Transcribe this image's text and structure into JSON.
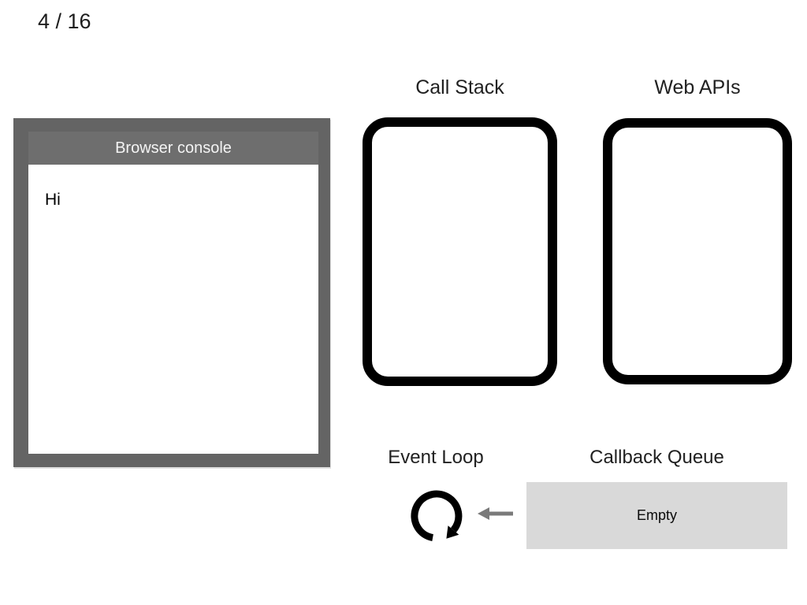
{
  "page": {
    "counter": "4 / 16"
  },
  "console": {
    "title": "Browser console",
    "log_lines": [
      "Hi"
    ]
  },
  "call_stack": {
    "label": "Call Stack"
  },
  "web_apis": {
    "label": "Web APIs"
  },
  "event_loop": {
    "label": "Event Loop",
    "icon": "clockwise-loop-arrow"
  },
  "callback_queue": {
    "label": "Callback Queue",
    "status": "Empty"
  },
  "colors": {
    "console_frame": "#646464",
    "console_titlebar": "#6e6e6e",
    "console_title_text": "#f4f4f4",
    "box_border": "#000000",
    "queue_box_bg": "#d9d9d9",
    "arrow_gray": "#7a7a7a",
    "label_text": "#212121"
  }
}
